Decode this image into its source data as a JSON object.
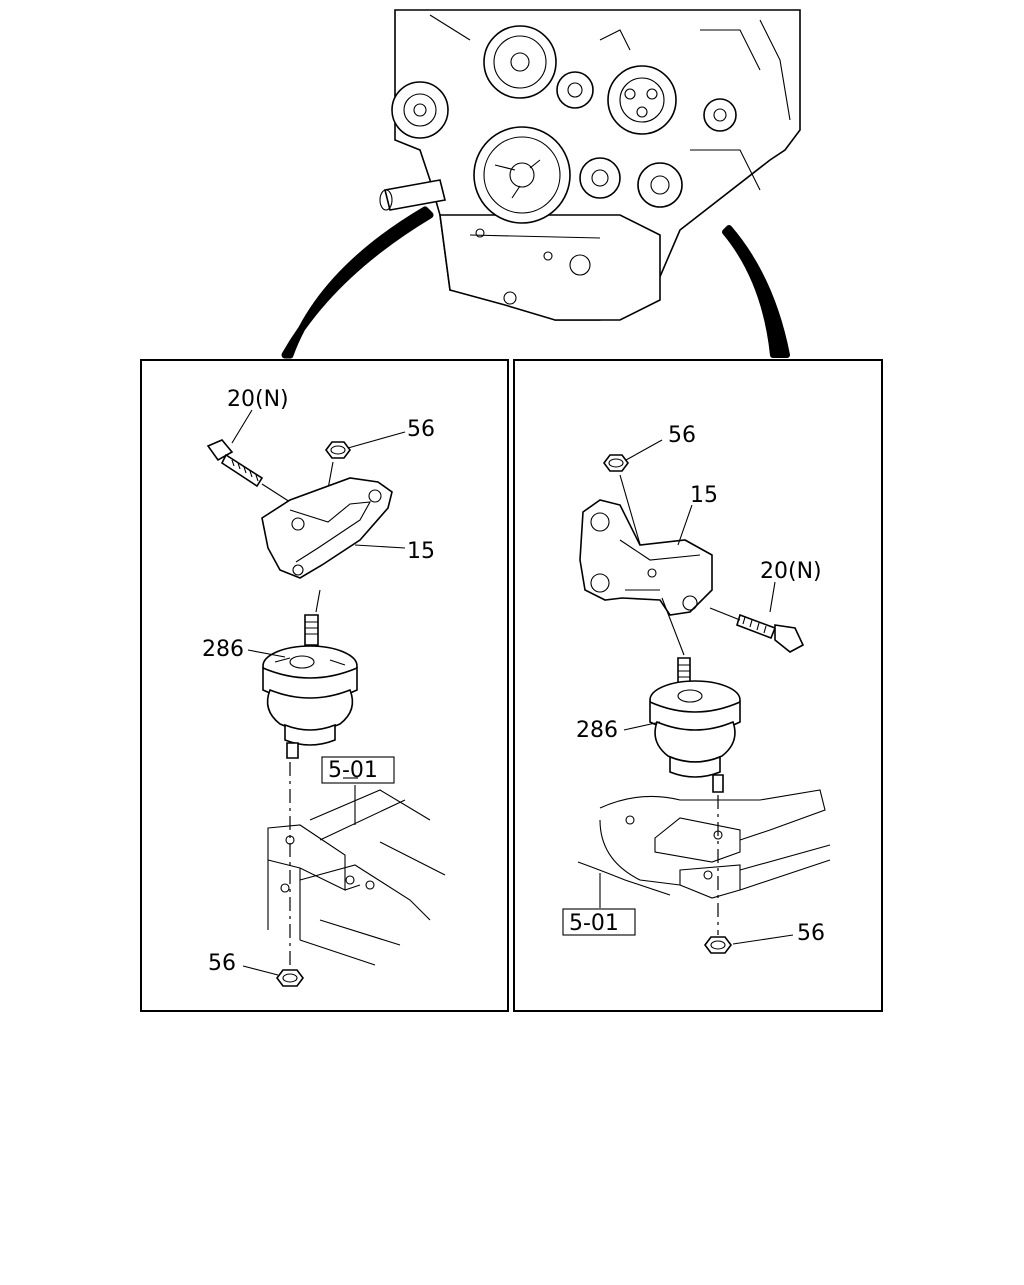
{
  "diagram": {
    "left_panel": {
      "labels": {
        "bolt": "20(N)",
        "nut_top": "56",
        "bracket": "15",
        "mount": "286",
        "ref": "5-01",
        "nut_bottom": "56"
      }
    },
    "right_panel": {
      "labels": {
        "nut_top": "56",
        "bracket": "15",
        "bolt": "20(N)",
        "mount": "286",
        "ref": "5-01",
        "nut_bottom": "56"
      }
    }
  }
}
